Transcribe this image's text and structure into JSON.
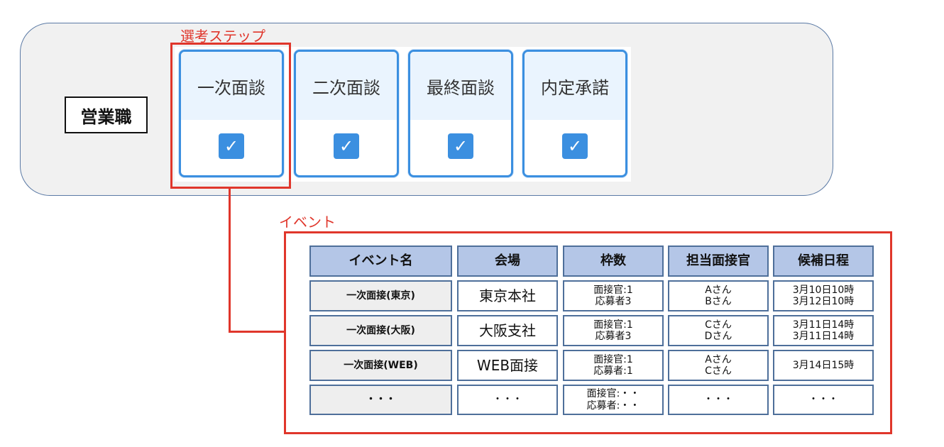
{
  "job": {
    "label": "営業職"
  },
  "selection_steps": {
    "title": "選考ステップ",
    "steps": [
      {
        "label": "一次面談",
        "checked": true
      },
      {
        "label": "二次面談",
        "checked": true
      },
      {
        "label": "最終面談",
        "checked": true
      },
      {
        "label": "内定承諾",
        "checked": true
      }
    ],
    "check_icon": "checkmark-icon",
    "colors": {
      "card_border": "#3b8fe0",
      "card_top": "#eaf4fe",
      "check_bg": "#3b8fe0"
    }
  },
  "event": {
    "title": "イベント",
    "headers": [
      "イベント名",
      "会場",
      "枠数",
      "担当面接官",
      "候補日程"
    ],
    "rows": [
      [
        "一次面接(東京)",
        "東京本社",
        "面接官:1\n応募者3",
        "Aさん\nBさん",
        "3月10日10時\n3月12日10時"
      ],
      [
        "一次面接(大阪)",
        "大阪支社",
        "面接官:1\n応募者3",
        "Cさん\nDさん",
        "3月11日14時\n3月11日14時"
      ],
      [
        "一次面接(WEB)",
        "WEB面接",
        "面接官:1\n応募者:1",
        "Aさん\nCさん",
        "3月14日15時"
      ],
      [
        "・・・",
        "・・・",
        "面接官:・・\n応募者:・・",
        "・・・",
        "・・・"
      ]
    ],
    "colors": {
      "header_bg": "#b4c6e7",
      "name_bg": "#eeeeee",
      "border": "#4e6f9a"
    }
  },
  "accent_color": "#e0362b"
}
